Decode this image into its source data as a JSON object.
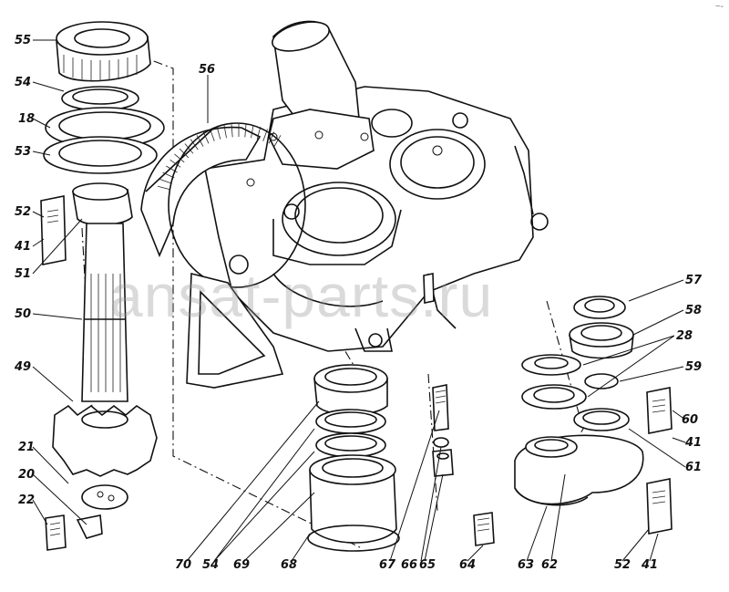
{
  "watermark": "ansat-parts.ru",
  "corner_mark": "~-",
  "callouts": {
    "c55": "55",
    "c54a": "54",
    "c18": "18",
    "c53": "53",
    "c52a": "52",
    "c41a": "41",
    "c51": "51",
    "c50": "50",
    "c49": "49",
    "c21": "21",
    "c20": "20",
    "c22": "22",
    "c56": "56",
    "c57": "57",
    "c58": "58",
    "c28": "28",
    "c59": "59",
    "c60": "60",
    "c41b": "41",
    "c61": "61",
    "c70": "70",
    "c54b": "54",
    "c69": "69",
    "c68": "68",
    "c67": "67",
    "c66": "66",
    "c65": "65",
    "c64": "64",
    "c63": "63",
    "c62": "62",
    "c52b": "52",
    "c41c": "41"
  }
}
